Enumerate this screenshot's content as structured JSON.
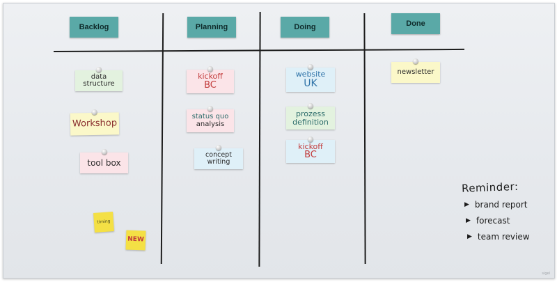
{
  "board": {
    "columns": [
      {
        "title": "Backlog"
      },
      {
        "title": "Planning"
      },
      {
        "title": "Doing"
      },
      {
        "title": "Done"
      }
    ],
    "notes": {
      "backlog": [
        {
          "lines": [
            "data structure"
          ],
          "color": "green"
        },
        {
          "lines": [
            "Workshop"
          ],
          "color": "yellow"
        },
        {
          "lines": [
            "tool box"
          ],
          "color": "pink"
        }
      ],
      "planning": [
        {
          "lines": [
            "kickoff",
            "BC"
          ],
          "color": "pink"
        },
        {
          "lines": [
            "status quo",
            "analysis"
          ],
          "color": "pink"
        },
        {
          "lines": [
            "concept writing"
          ],
          "color": "blue"
        }
      ],
      "doing": [
        {
          "lines": [
            "website",
            "UK"
          ],
          "color": "blue"
        },
        {
          "lines": [
            "prozess",
            "definition"
          ],
          "color": "green"
        },
        {
          "lines": [
            "kickoff",
            "BC"
          ],
          "color": "blue"
        }
      ],
      "done": [
        {
          "lines": [
            "newsletter"
          ],
          "color": "yellow"
        }
      ]
    },
    "stickies": [
      {
        "text": "timing"
      },
      {
        "text": "NEW"
      }
    ],
    "reminder": {
      "title": "Reminder:",
      "items": [
        "brand report",
        "forecast",
        "team review"
      ]
    },
    "footer": "sigel",
    "colors": {
      "header": "#5aa9a7",
      "ink_red": "#c23b3b",
      "ink_blue": "#2f73a8",
      "ink_teal": "#2b6b6a",
      "ink_dark": "#2a2a2a"
    }
  }
}
